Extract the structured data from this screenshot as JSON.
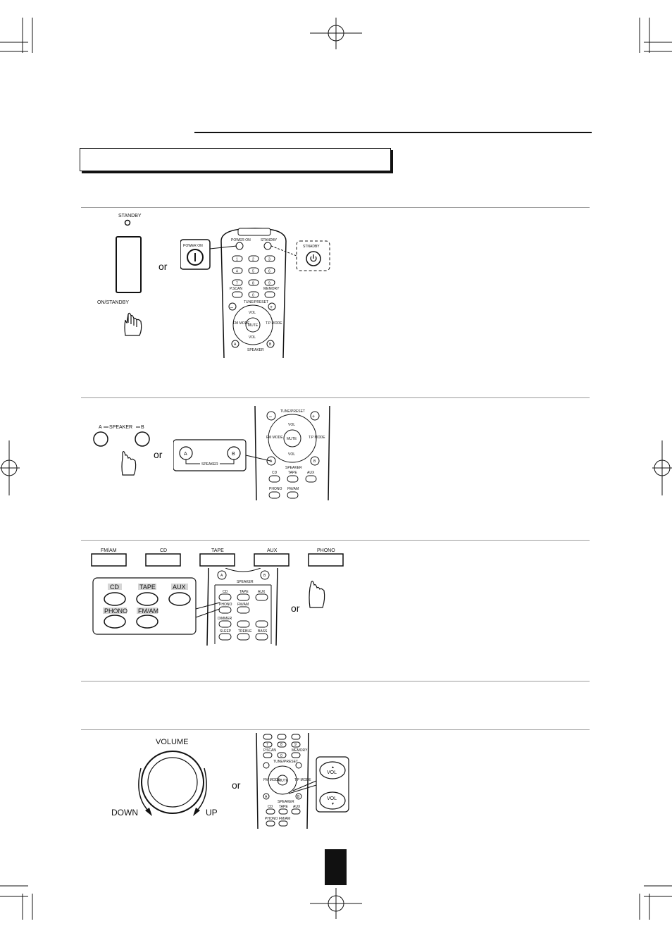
{
  "front_panel": {
    "standby_label": "STANDBY",
    "on_standby_label": "ON/STANDBY",
    "speaker_label": "SPEAKER",
    "speaker_a": "A",
    "speaker_b": "B",
    "source_buttons": [
      "FM/AM",
      "CD",
      "TAPE",
      "AUX",
      "PHONO"
    ],
    "volume_label": "VOLUME",
    "down_label": "DOWN",
    "up_label": "UP"
  },
  "remote": {
    "power_on": "POWER ON",
    "power_on_small": "POWER ON",
    "standby_small": "STANDBY",
    "standby_zoom": "STNADBY",
    "numbers": [
      "1",
      "2",
      "3",
      "4",
      "5",
      "6",
      "7",
      "8",
      "9",
      "0"
    ],
    "p_scan": "P.SCAN",
    "memory": "MEMORY",
    "tune_preset": "TUNE/PRESET",
    "vol": "VOL",
    "fm_mode": "FM MODE",
    "mute": "MUTE",
    "tp_mode": "T.P MODE",
    "speaker": "SPEAKER",
    "a": "A",
    "b": "B",
    "minus": "–",
    "plus": "+",
    "sources": [
      "CD",
      "TAPE",
      "AUX",
      "PHONO",
      "FM/AM"
    ],
    "dimmer": "DIMMER",
    "sleep": "SLEEP",
    "treble": "TREBLE",
    "bass": "BASS"
  },
  "or_label": "or"
}
